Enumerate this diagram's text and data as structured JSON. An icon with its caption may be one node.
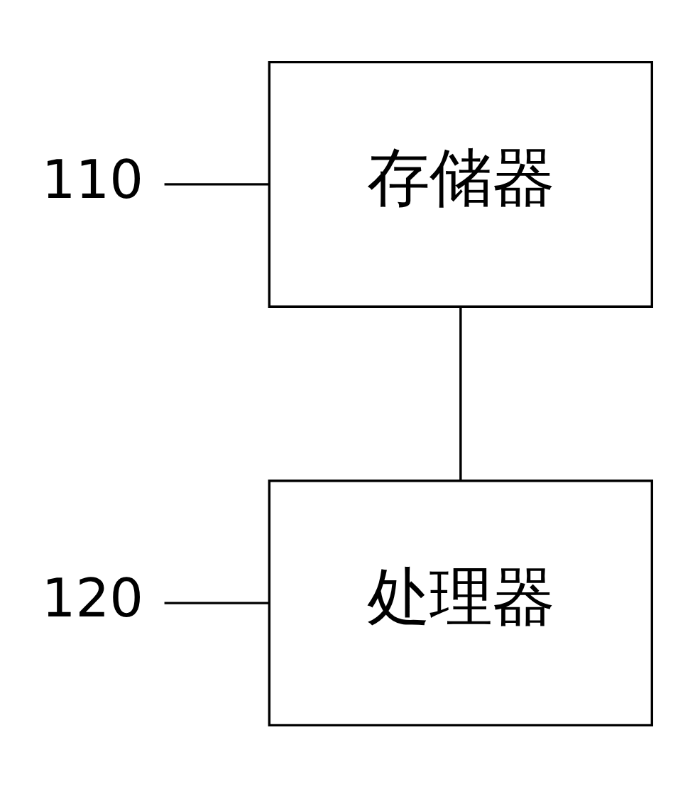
{
  "diagram": {
    "nodes": [
      {
        "text": [
          "存储器"
        ]
      },
      {
        "text": [
          "处理器"
        ]
      },
      {
        "text": [
          "110"
        ]
      },
      {
        "text": [
          "120"
        ]
      }
    ],
    "edges": [
      {
        "from": 0,
        "to": 1,
        "arrow": "none"
      },
      {
        "from": 2,
        "to": 0,
        "arrow": "none"
      },
      {
        "from": 3,
        "to": 1,
        "arrow": "none"
      }
    ]
  }
}
